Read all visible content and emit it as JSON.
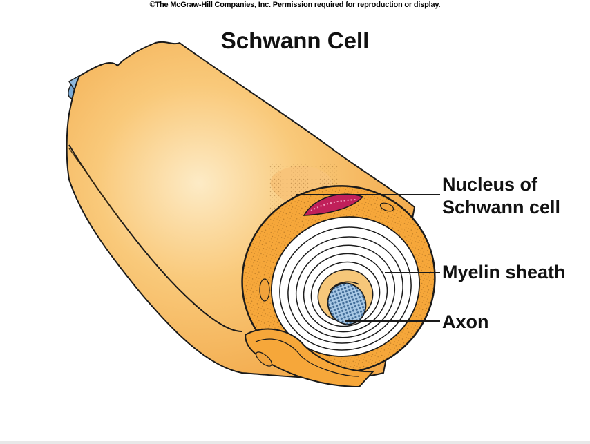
{
  "copyright": "©The McGraw-Hill Companies, Inc. Permission required for reproduction or display.",
  "title": "Schwann Cell",
  "labels": {
    "nucleus_line1": "Nucleus of",
    "nucleus_line2": "Schwann cell",
    "myelin": "Myelin sheath",
    "axon": "Axon"
  },
  "colors": {
    "cytoplasm": "#f7bd67",
    "cytoplasm_light": "#fde6b8",
    "myelin": "#ffffff",
    "nucleus": "#c0205a",
    "axon": "#8fb8dc"
  }
}
